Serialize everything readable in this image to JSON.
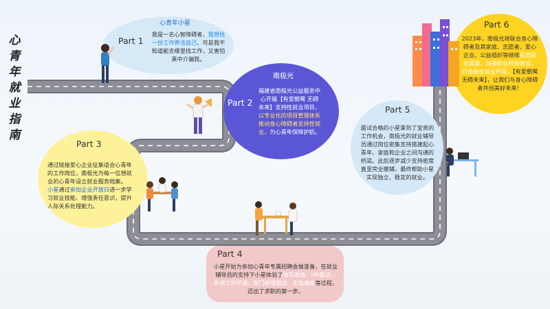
{
  "title": "心青年就业指南",
  "parts": {
    "p1": {
      "label": "Part 1",
      "heading": "心青年小星",
      "text_pre": "我是一名心智障碍者，",
      "text_hl": "我想找一份工作养活自己。",
      "text_post": "可是我不知道能去哪里找工作，又害怕黑中介骗我。"
    },
    "p2": {
      "label": "Part 2",
      "heading": "南极光",
      "text_pre": "福建省南极光公益服务中心开展【有爱朝鹭 无碍未来】支持性就业项目，",
      "text_hl": "以专业化的项目管理体系推动身心障碍者支持性就业，",
      "text_post": "为心青年保障护航。"
    },
    "p3": {
      "label": "Part 3",
      "text_pre": "通过链接爱心企业征集适合心青年的工作岗位，南极光为每一位想就业的心青年设立就业服务档案。",
      "text_a": "小星",
      "text_b": "通过",
      "text_hl": "参加企业开放日",
      "text_post": "进一步学习就业技能、增强责任意识，提升人际关系处理能力。"
    },
    "p4": {
      "label": "Part 4",
      "text_pre": "小星开始为参加心青年专属招聘会做准备，在就业辅导员的支持下小星体验了",
      "text_hl": "填写表格、HR面试、参观工作环境、部门经理面试、实操演练",
      "text_post": "等过程，迈出了求职的第一步。"
    },
    "p5": {
      "label": "Part 5",
      "text": "面试合格的小星拿到了宝贵的工作机会，南极光的就业辅导员通过岗位密集支持搭建起心青年、家庭和企业之间沟通的桥梁。此后逐步减少支持密度直至完全撤辅，最终帮助小星实现独立、稳定的就业。"
    },
    "p6": {
      "label": "Part 6",
      "text_pre": "2023年，南极光将联合身心障碍者及其家庭、志愿者、爱心企业、公益组织等继续",
      "text_hl": "拓宽就业渠道，加强职业转衔建设，打造融合就业环境。",
      "text_post": "【有爱朝鹭 无碍未来】，让我们与身心障碍者共创美好未来！"
    }
  },
  "colors": {
    "road": "#8e8f96",
    "road_edge": "#6f7077",
    "dash": "#ffffff",
    "accent_blue": "#1e88e5",
    "purple": "#5b56d6",
    "yellow": "#fdf29a",
    "pink": "#f2c8c8",
    "gold": "#fed322"
  }
}
